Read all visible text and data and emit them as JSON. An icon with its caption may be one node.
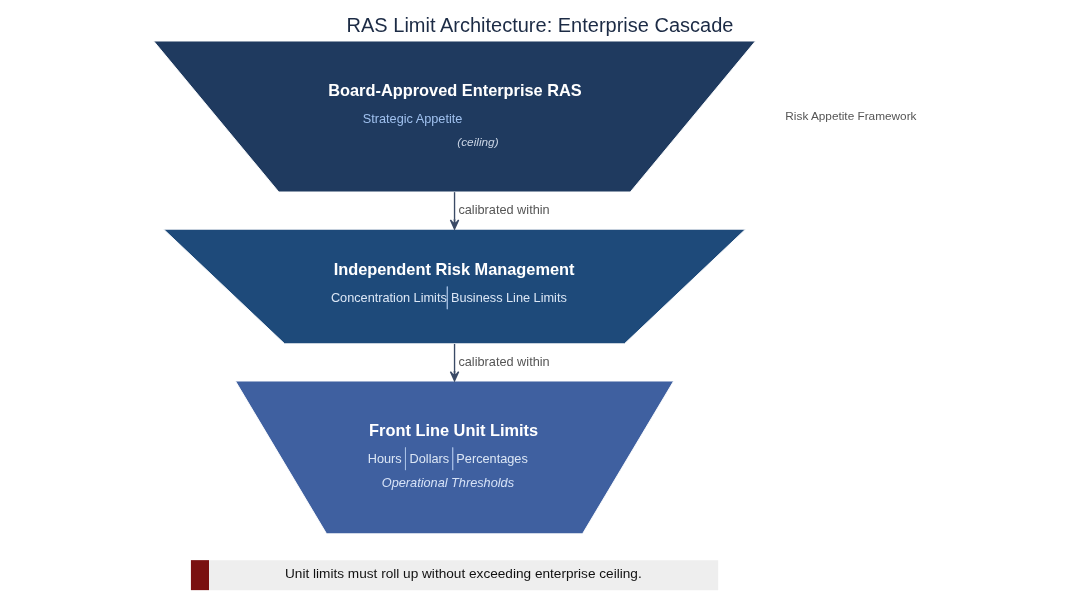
{
  "diagram": {
    "title": "RAS Limit Architecture: Enterprise Cascade",
    "nodes": [
      {
        "text": [
          "Board-Approved Enterprise RAS",
          "Strategic Appetite",
          "(ceiling)"
        ]
      },
      {
        "text": [
          "Independent Risk Management",
          "Concentration Limits",
          "Business Line Limits"
        ]
      },
      {
        "text": [
          "Front Line Unit Limits",
          "Hours",
          "Dollars",
          "Percentages",
          "Operational Thresholds"
        ]
      },
      {
        "text": [
          "Unit limits must roll up without exceeding enterprise ceiling."
        ]
      }
    ],
    "edges": [
      {
        "from": 0,
        "to": 1,
        "arrow": "to",
        "label": "calibrated within"
      },
      {
        "from": 1,
        "to": 2,
        "arrow": "to",
        "label": "calibrated within"
      }
    ],
    "labels": [
      "Risk Appetite Framework"
    ]
  }
}
